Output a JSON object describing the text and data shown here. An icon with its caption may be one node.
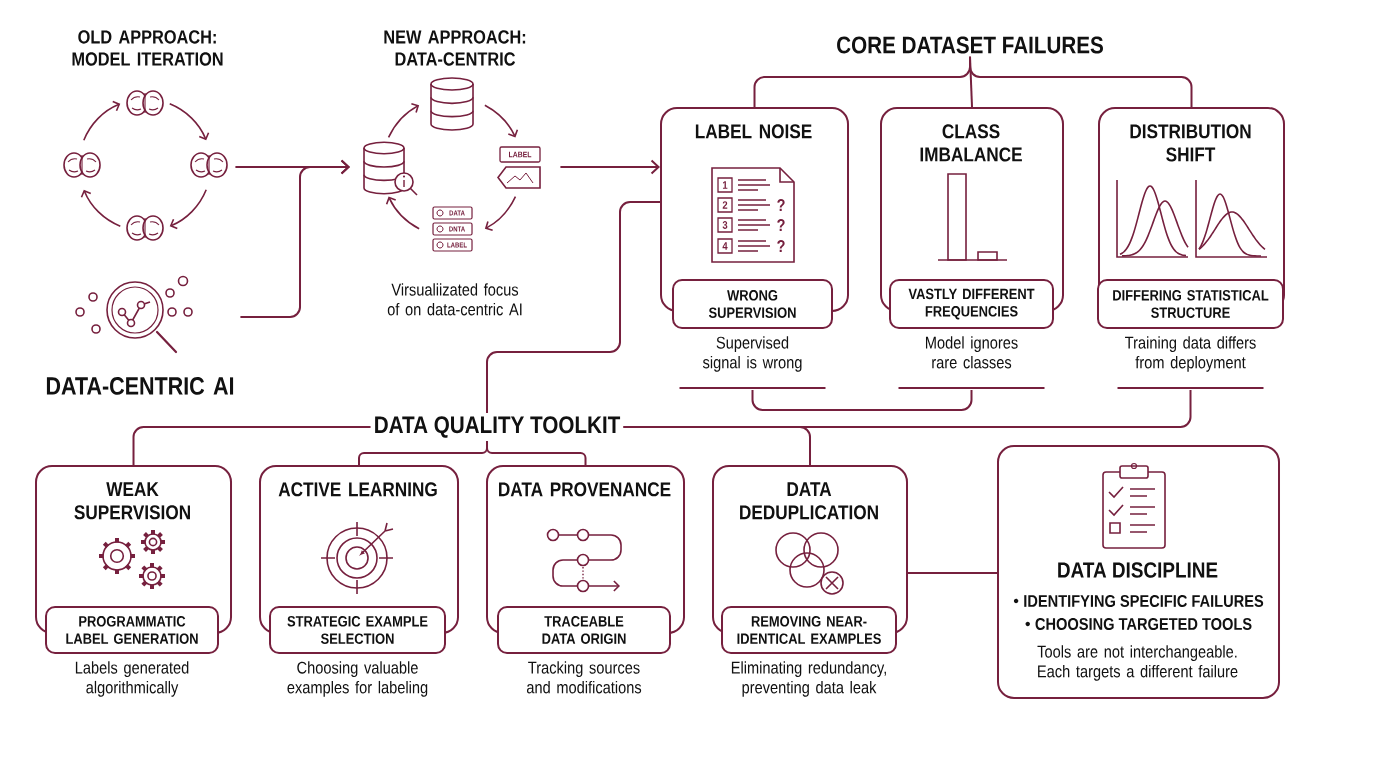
{
  "diagram": {
    "nodes": [
      {
        "text": [
          "OLD APPROACH: MODEL ITERATION"
        ]
      },
      {
        "text": [
          "DATA-CENTRIC AI"
        ]
      },
      {
        "text": [
          "NEW APPROACH: DATA-CENTRIC"
        ],
        "beside": [
          "Virsualiizated focus of on data-centric AI"
        ]
      },
      {
        "text": [
          "CORE DATASET FAILURES"
        ]
      },
      {
        "text": [
          "LABEL NOISE"
        ]
      },
      {
        "text": [
          "WRONG SUPERVISION"
        ],
        "beside": [
          "Supervised signal is wrong"
        ]
      },
      {
        "text": [
          "CLASS IMBALANCE"
        ]
      },
      {
        "text": [
          "VASTLY DIFFERENT FREQUENCIES"
        ],
        "beside": [
          "Model ignores rare classes"
        ]
      },
      {
        "text": [
          "DISTRIBUTION SHIFT"
        ]
      },
      {
        "text": [
          "DIFFERING STATISTICAL STRUCTURE"
        ],
        "beside": [
          "Training data differs from deployment"
        ]
      },
      {
        "text": [
          "DATA QUALITY TOOLKIT"
        ]
      },
      {
        "text": [
          "WEAK SUPERVISION"
        ]
      },
      {
        "text": [
          "PROGRAMMATIC LABEL GENERATION"
        ],
        "beside": [
          "Labels generated algorithmically"
        ]
      },
      {
        "text": [
          "ACTIVE LEARNING"
        ]
      },
      {
        "text": [
          "STRATEGIC EXAMPLE SELECTION"
        ],
        "beside": [
          "Choosing valuable examples for labeling"
        ]
      },
      {
        "text": [
          "DATA PROVENANCE"
        ]
      },
      {
        "text": [
          "TRACEABLE DATA ORIGIN"
        ],
        "beside": [
          "Tracking sources and modifications"
        ]
      },
      {
        "text": [
          "DATA DEDUPLICATION"
        ]
      },
      {
        "text": [
          "REMOVING NEAR-IDENTICAL EXAMPLES"
        ],
        "beside": [
          "Eliminating redundancy, preventing data leak"
        ]
      },
      {
        "text": [
          "DATA DISCIPLINE",
          "IDENTIFYING SPECIFIC FAILURES",
          "CHOOSING TARGETED TOOLS",
          "Tools are not interchangeable. Each targets a different failure"
        ]
      }
    ],
    "edges": [
      {
        "from": 0,
        "to": 2,
        "arrow": "to"
      },
      {
        "from": 1,
        "to": 2,
        "arrow": "to"
      },
      {
        "from": 2,
        "to": 4,
        "arrow": "to"
      },
      {
        "from": 3,
        "to": 4,
        "arrow": "none"
      },
      {
        "from": 3,
        "to": 6,
        "arrow": "none"
      },
      {
        "from": 3,
        "to": 8,
        "arrow": "none"
      },
      {
        "from": 5,
        "to": 7,
        "arrow": "none"
      },
      {
        "from": 4,
        "to": 10,
        "arrow": "none"
      },
      {
        "from": 9,
        "to": 10,
        "arrow": "none"
      },
      {
        "from": 10,
        "to": 11,
        "arrow": "none"
      },
      {
        "from": 10,
        "to": 13,
        "arrow": "none"
      },
      {
        "from": 10,
        "to": 15,
        "arrow": "none"
      },
      {
        "from": 10,
        "to": 17,
        "arrow": "none"
      },
      {
        "from": 17,
        "to": 19,
        "arrow": "none"
      }
    ],
    "labels": [
      "LABEL",
      "DATA",
      "DNTA",
      "LABEL",
      "1",
      "2",
      "?",
      "3",
      "?",
      "4",
      "?"
    ]
  }
}
